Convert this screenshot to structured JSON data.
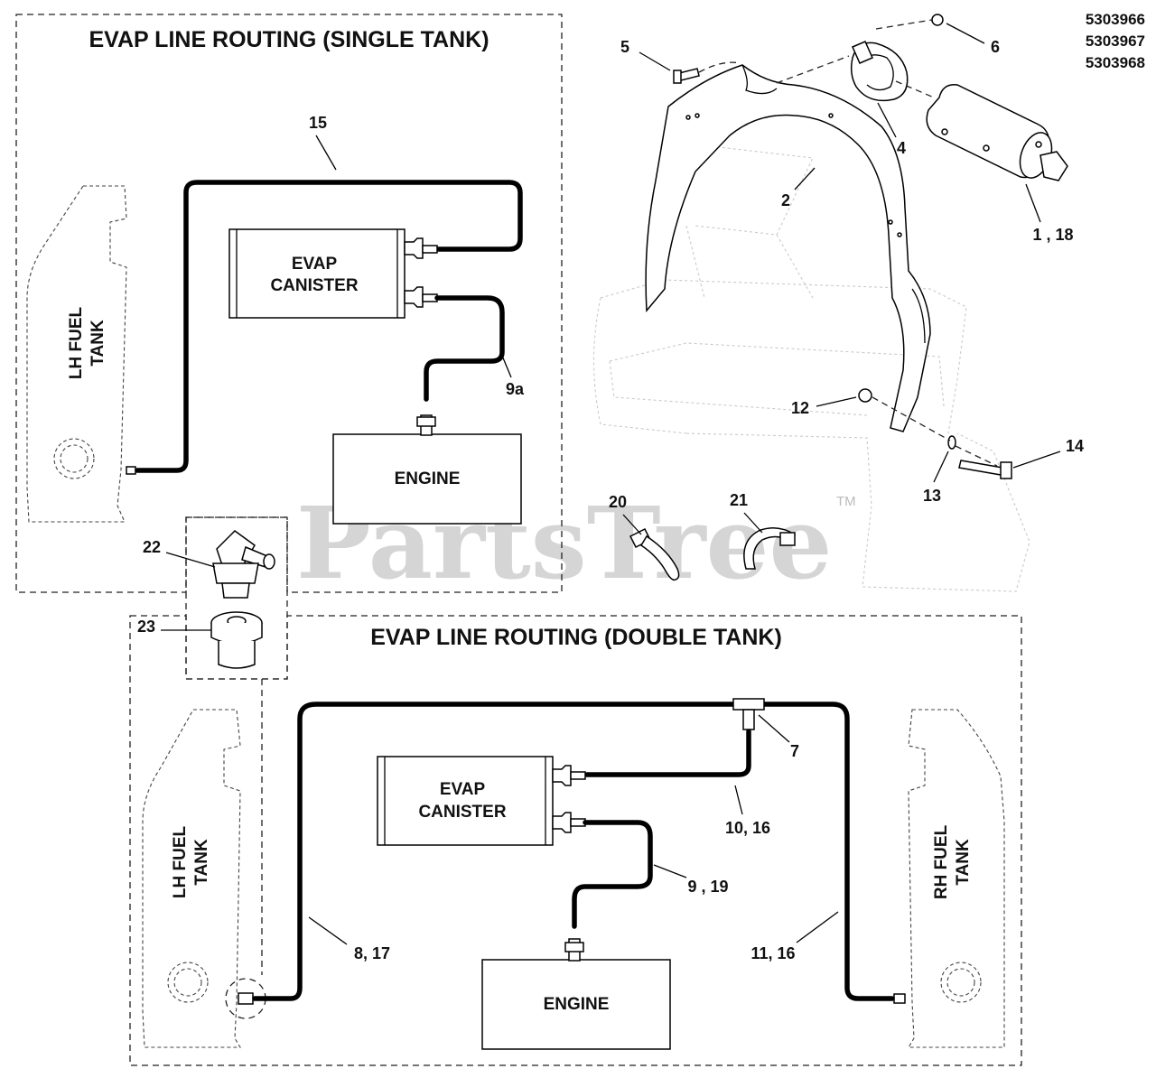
{
  "part_numbers": [
    "5303966",
    "5303967",
    "5303968"
  ],
  "single_tank": {
    "title": "EVAP LINE ROUTING (SINGLE TANK)",
    "canister_label_1": "EVAP",
    "canister_label_2": "CANISTER",
    "engine_label": "ENGINE",
    "tank_label_1": "LH FUEL",
    "tank_label_2": "TANK"
  },
  "double_tank": {
    "title": "EVAP LINE ROUTING (DOUBLE TANK)",
    "canister_label_1": "EVAP",
    "canister_label_2": "CANISTER",
    "engine_label": "ENGINE",
    "lh_tank_label_1": "LH FUEL",
    "lh_tank_label_2": "TANK",
    "rh_tank_label_1": "RH FUEL",
    "rh_tank_label_2": "TANK"
  },
  "callouts": {
    "c1_18": "1 , 18",
    "c2": "2",
    "c4": "4",
    "c5": "5",
    "c6": "6",
    "c7": "7",
    "c8_17": "8, 17",
    "c9_19": "9 , 19",
    "c9a": "9a",
    "c10_16": "10, 16",
    "c11_16": "11, 16",
    "c12": "12",
    "c13": "13",
    "c14": "14",
    "c15": "15",
    "c20": "20",
    "c21": "21",
    "c22": "22",
    "c23": "23"
  },
  "watermark": {
    "text": "PartsTree",
    "tm": "TM"
  }
}
